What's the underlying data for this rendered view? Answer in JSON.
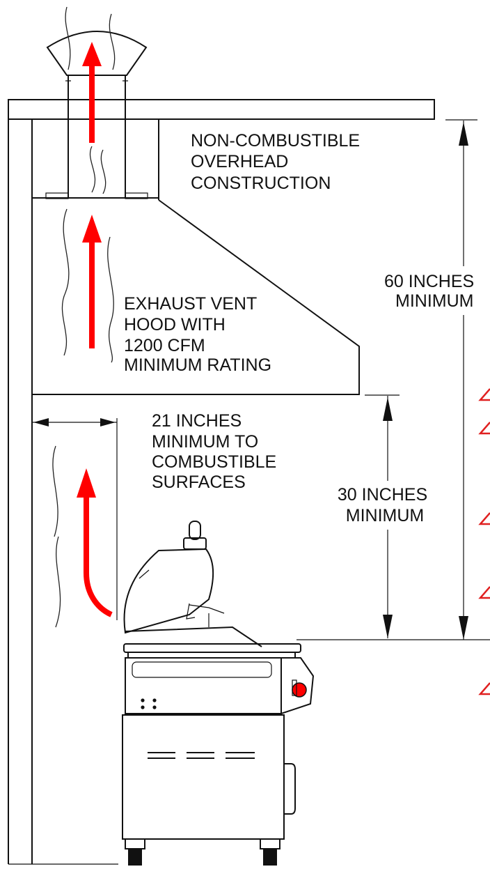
{
  "labels": {
    "overhead": [
      "NON-COMBUSTIBLE",
      "OVERHEAD",
      "CONSTRUCTION"
    ],
    "hood": [
      "EXHAUST VENT",
      "HOOD  WITH",
      "1200 CFM",
      "MINIMUM RATING"
    ],
    "side_clearance": [
      "21 INCHES",
      "MINIMUM TO",
      "COMBUSTIBLE",
      "SURFACES"
    ],
    "vertical_30": [
      "30 INCHES",
      "MINIMUM"
    ],
    "vertical_60": [
      "60 INCHES",
      "MINIMUM"
    ]
  },
  "colors": {
    "airflow_arrow": "#ff0000",
    "warning_marker": "#e02020",
    "line": "#111111"
  },
  "icons": {
    "warning": "warning-triangle-icon",
    "airflow": "arrow-up-icon"
  }
}
